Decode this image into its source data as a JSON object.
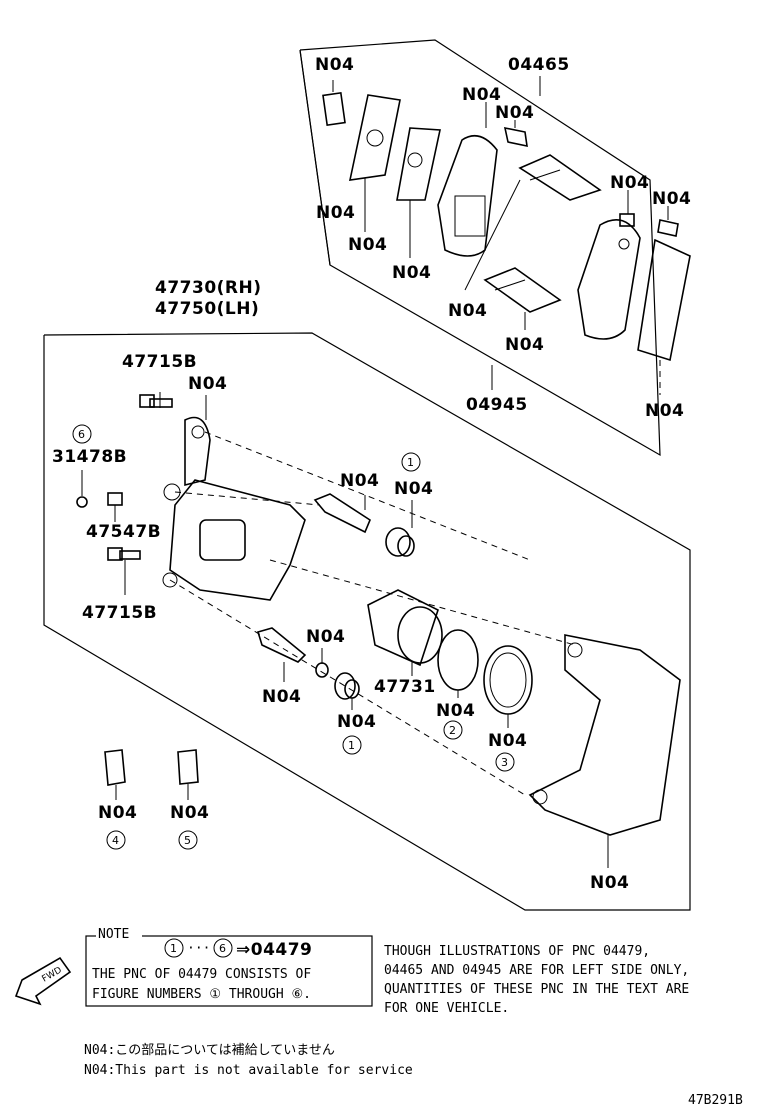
{
  "labels": {
    "n04_topleft": "N04",
    "pnc_04465": "04465",
    "n04_pad_inner": "N04",
    "n04_clip_upper": "N04",
    "n04_shim_left": "N04",
    "n04_shim_mid": "N04",
    "n04_shim_inner": "N04",
    "n04_outer_pad": "N04",
    "n04_clip_right": "N04",
    "n04_lower_clip_a": "N04",
    "n04_lower_clip_b": "N04",
    "pnc_04945": "04945",
    "n04_outer_shim": "N04",
    "pnc_caliper_rh": "47730(RH)",
    "pnc_caliper_lh": "47750(LH)",
    "pnc_bolt_top": "47715B",
    "n04_bolt_top": "N04",
    "circ_6": "6",
    "pnc_31478b": "31478B",
    "pnc_47547b": "47547B",
    "pnc_bolt_bottom": "47715B",
    "n04_pin_upper": "N04",
    "circ_1_upper": "1",
    "n04_boot_upper": "N04",
    "n04_bushing": "N04",
    "n04_pin_lower": "N04",
    "n04_boot_lower": "N04",
    "circ_1_lower": "1",
    "pnc_47731": "47731",
    "n04_seal": "N04",
    "circ_2": "2",
    "n04_dust_boot": "N04",
    "circ_3": "3",
    "n04_mounting": "N04",
    "n04_clip_4": "N04",
    "circ_4": "4",
    "n04_clip_5": "N04",
    "circ_5": "5"
  },
  "note": {
    "title": "NOTE",
    "circ_start": "1",
    "dots": "···",
    "circ_end": "6",
    "arrow_target": "⇒04479",
    "line1": "THE PNC OF 04479 CONSISTS OF",
    "line2": "FIGURE NUMBERS ① THROUGH ⑥."
  },
  "side_note": {
    "line1": "THOUGH ILLUSTRATIONS OF PNC 04479,",
    "line2": "04465 AND 04945 ARE FOR LEFT SIDE ONLY,",
    "line3": "QUANTITIES OF THESE PNC IN THE TEXT ARE",
    "line4": "FOR ONE VEHICLE."
  },
  "fwd_label": "FWD",
  "footnote": {
    "jp": "N04:この部品については補給していません",
    "en": "N04:This part is not available for service"
  },
  "figure_id": "47B291B"
}
